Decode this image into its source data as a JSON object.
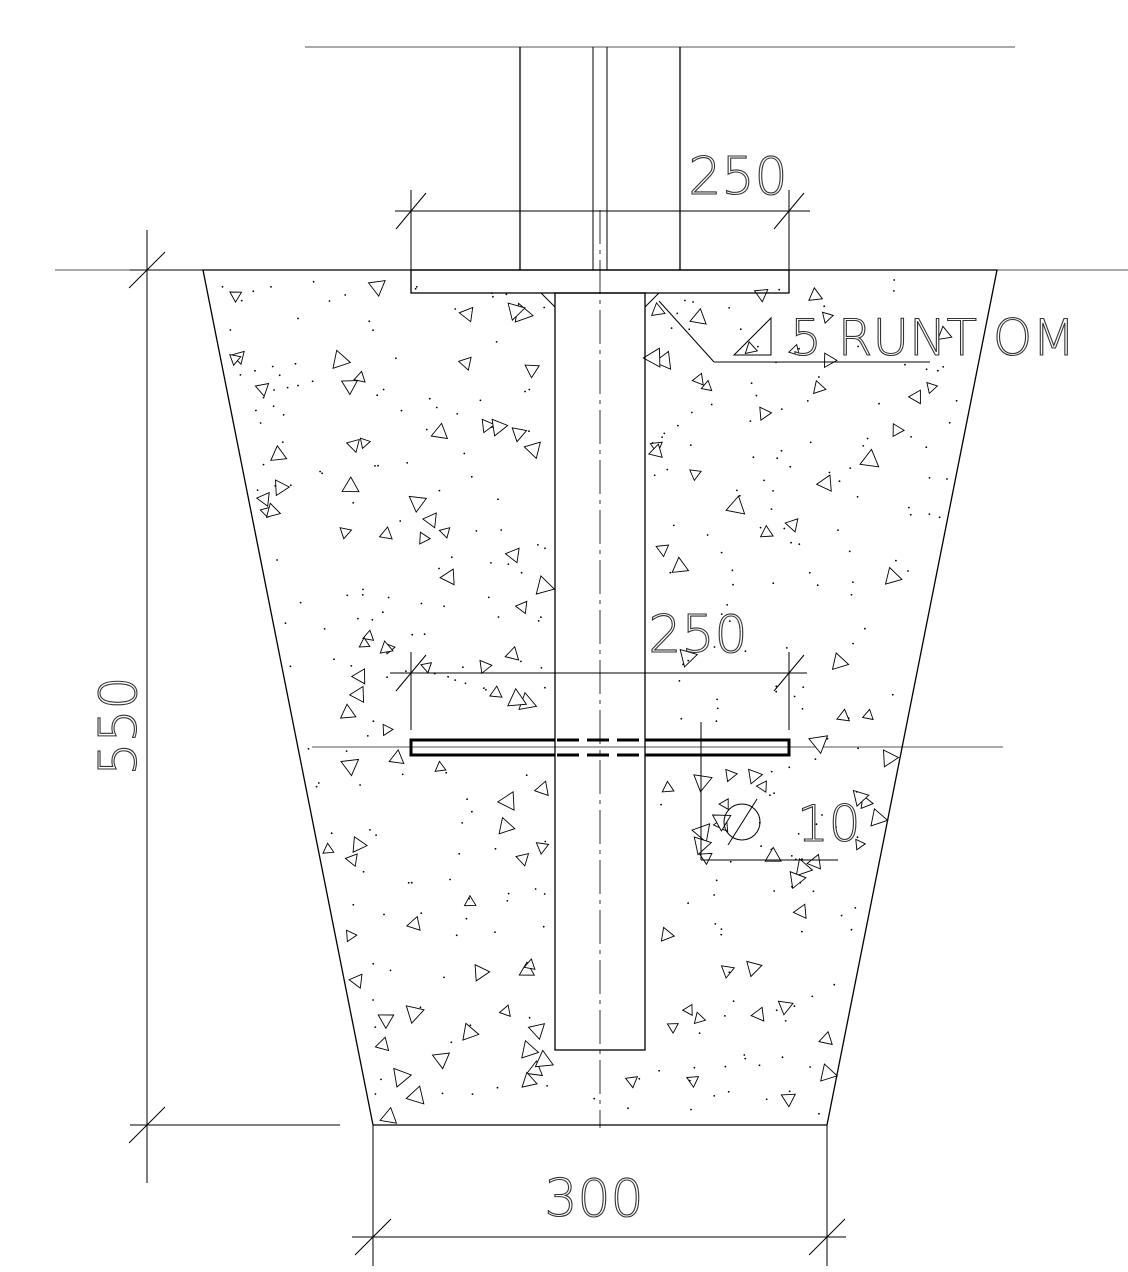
{
  "drawing": {
    "dimensions": {
      "plate_width": "250",
      "sleeve_width": "250",
      "depth": "550",
      "base_width": "300"
    },
    "annotations": {
      "weld_note": "5 RUNT OM",
      "bar_note": "10"
    },
    "colors": {
      "line": "#000000",
      "ground_line": "#555555",
      "background": "#ffffff"
    },
    "icons": {
      "weld_symbol": "fillet-weld-triangle-icon",
      "bar_symbol": "diameter-icon"
    }
  }
}
